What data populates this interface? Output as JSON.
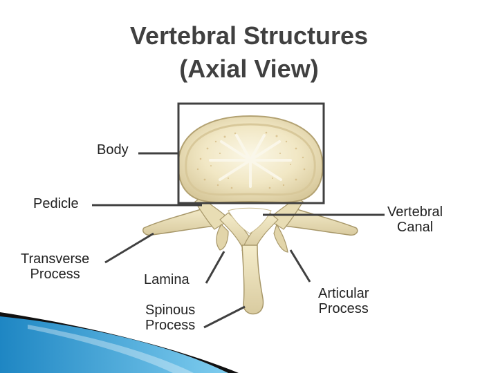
{
  "title": {
    "line1": "Vertebral Structures",
    "line2": "(Axial View)"
  },
  "labels": {
    "body": "Body",
    "pedicle": "Pedicle",
    "transverse_1": "Transverse",
    "transverse_2": "Process",
    "lamina": "Lamina",
    "spinous_1": "Spinous",
    "spinous_2": "Process",
    "canal_1": "Vertebral",
    "canal_2": "Canal",
    "articular_1": "Articular",
    "articular_2": "Process"
  },
  "colors": {
    "bone": "#efe6c2",
    "bone_shade": "#cfc096",
    "bone_outline": "#a8986a",
    "marrow": "#f7f1da",
    "leader": "#404040",
    "accent_blue": "#2f9fd6",
    "accent_dark": "#111111"
  }
}
